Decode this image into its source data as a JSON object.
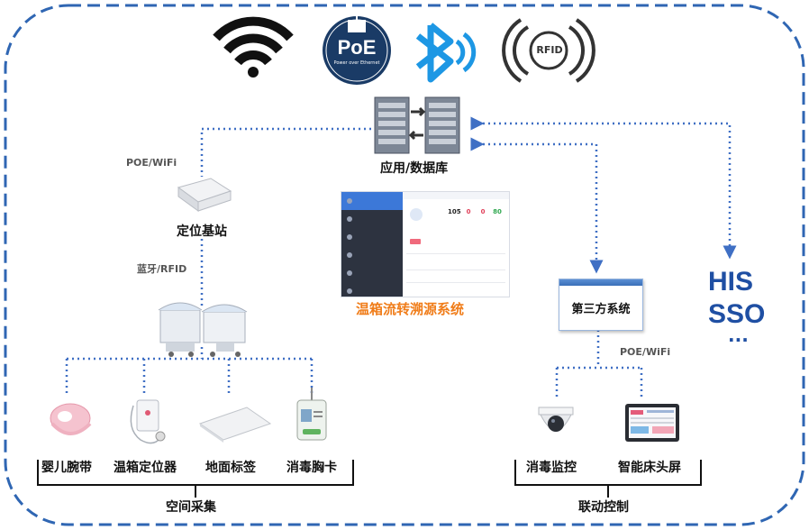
{
  "top_icons": [
    "wifi-icon",
    "poe-icon",
    "bluetooth-icon",
    "rfid-icon"
  ],
  "poe_badge": {
    "text": "PoE",
    "subtext": "Power over Ethernet"
  },
  "rfid_text": "RFID",
  "server_label": "应用/数据库",
  "link_label_poe_wifi_left": "POE/WiFi",
  "base_station_label": "定位基站",
  "link_label_bt_rfid": "蓝牙/RFID",
  "system_title": "温箱流转溯源系统",
  "system_screenshot": {
    "stats": [
      "105",
      "0",
      "0",
      "80"
    ]
  },
  "third_party_label": "第三方系统",
  "his_sso": {
    "his": "HIS",
    "sso": "SSO",
    "more": "..."
  },
  "link_label_poe_wifi_right": "POE/WiFi",
  "devices_left": [
    {
      "label": "婴儿腕带",
      "icon": "infant-wristband-icon"
    },
    {
      "label": "温箱定位器",
      "icon": "incubator-locator-icon"
    },
    {
      "label": "地面标签",
      "icon": "floor-tag-icon"
    },
    {
      "label": "消毒胸卡",
      "icon": "disinfection-badge-icon"
    }
  ],
  "devices_right": [
    {
      "label": "消毒监控",
      "icon": "dome-camera-icon"
    },
    {
      "label": "智能床头屏",
      "icon": "bedside-screen-icon"
    }
  ],
  "group_left_label": "空间采集",
  "group_right_label": "联动控制",
  "colors": {
    "frame": "#2f66b3",
    "dotted": "#3f6fc4",
    "accent_orange": "#f07d1a",
    "bluetooth": "#1d97e4",
    "his_blue": "#1f4fa3"
  }
}
